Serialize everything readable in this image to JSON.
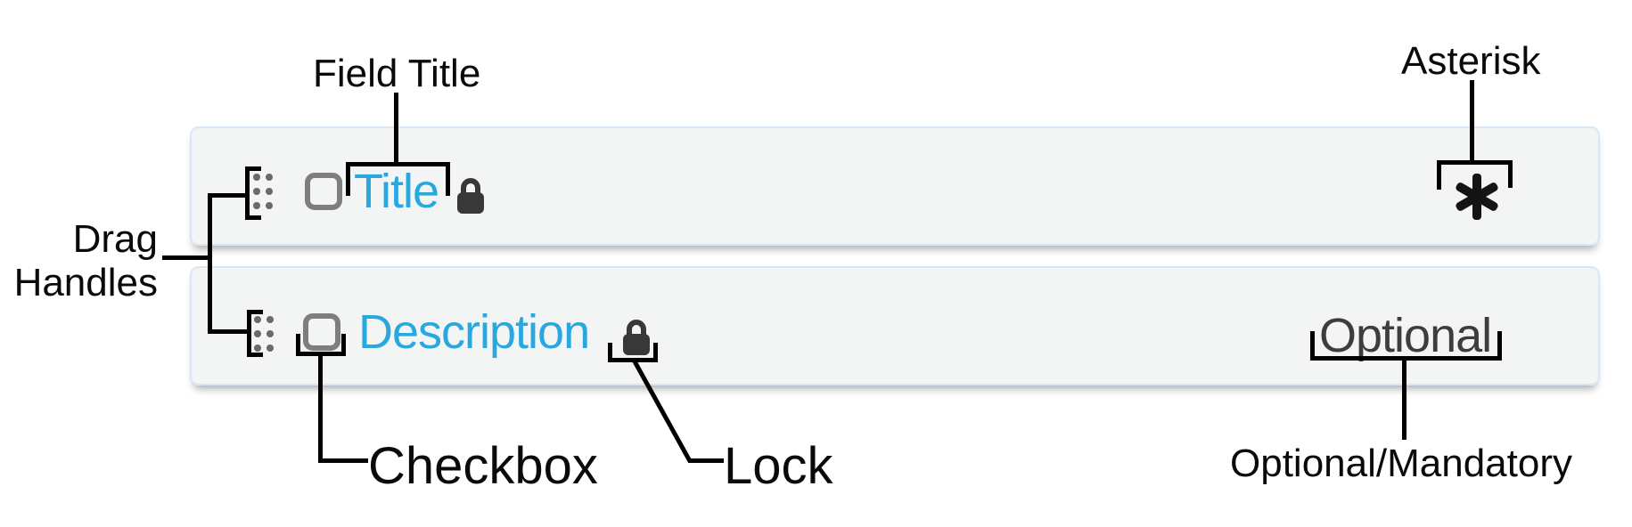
{
  "annotations": {
    "field_title": "Field Title",
    "asterisk": "Asterisk",
    "drag_handles_line1": "Drag",
    "drag_handles_line2": "Handles",
    "checkbox": "Checkbox",
    "lock": "Lock",
    "optional_mandatory": "Optional/Mandatory"
  },
  "fields": [
    {
      "name": "Title",
      "required_indicator": "*",
      "mandatory": true,
      "locked": true,
      "checked": false
    },
    {
      "name": "Description",
      "required_indicator": "Optional",
      "mandatory": false,
      "locked": true,
      "checked": false
    }
  ],
  "icons": {
    "drag_handle": "six-dot-grip",
    "checkbox": "empty-rounded-square",
    "lock": "closed-padlock",
    "asterisk": "six-spoke-asterisk"
  },
  "colors": {
    "field_name_blue": "#29a8e0",
    "row_background": "#f3f4f4",
    "row_border": "#d9e7f4",
    "optional_text": "#3d3d3d",
    "icon_gray": "#696969",
    "lock_dark": "#383838",
    "annotation_black": "#0a0a0a"
  }
}
